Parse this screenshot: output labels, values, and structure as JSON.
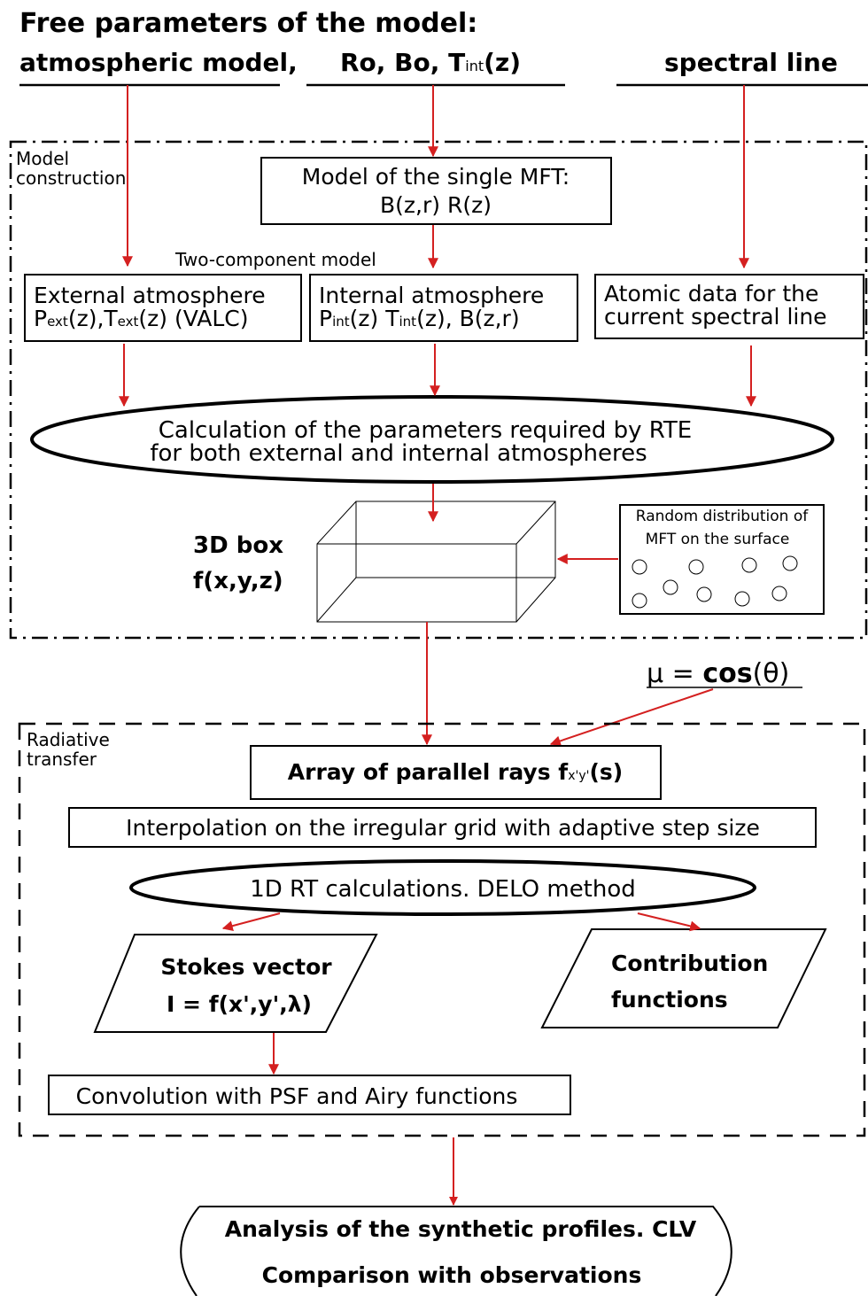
{
  "header": {
    "title": "Free parameters of the model:",
    "param_atmospheric": "atmospheric model,",
    "param_ro_bo": "Ro, Bo, T",
    "param_ro_bo_sub": "int",
    "param_ro_bo_tail": "(z)",
    "param_spectral": "spectral line"
  },
  "model_construction": {
    "label_line1": "Model",
    "label_line2": "construction",
    "single_mft_line1": "Model of the single MFT:",
    "single_mft_line2": "B(z,r)  R(z)",
    "two_component": "Two-component model",
    "external_title": "External atmosphere",
    "external_formula": {
      "p": "P",
      "p_sub": "ext",
      "mid": "(z),T",
      "t_sub": "ext",
      "tail": "(z)  (VALC)"
    },
    "internal_title": "Internal atmosphere",
    "internal_formula": {
      "p": "P",
      "p_sub": "int",
      "mid": "(z)  T",
      "t_sub": "int",
      "tail": "(z), B(z,r)"
    },
    "atomic_line1": "Atomic data for the",
    "atomic_line2": "current spectral line",
    "calc_line1": "Calculation of the parameters required  by RTE",
    "calc_line2": "for both external and internal atmospheres",
    "box3d_line1": "3D box",
    "box3d_line2": "f(x,y,z)",
    "random_line1": "Random distribution of",
    "random_line2": "MFT on the surface"
  },
  "mu": {
    "mu": "μ",
    "eq": " = ",
    "cos": "cos",
    "theta": "(θ)"
  },
  "radiative_transfer": {
    "label_line1": "Radiative",
    "label_line2": "transfer",
    "rays_text": "Array of parallel rays f",
    "rays_sub": "x'y'",
    "rays_tail": "(s)",
    "interpolation": "Interpolation on the irregular grid with adaptive step size",
    "rt_calc": "1D RT calculations. DELO method",
    "stokes_line1": "Stokes vector",
    "stokes_line2": "I  = f(x',y',λ)",
    "contrib_line1": "Contribution",
    "contrib_line2": "functions",
    "convolution": "Convolution with PSF and Airy functions"
  },
  "analysis": {
    "line1": "Analysis of the synthetic profiles. CLV",
    "line2": "Comparison with observations"
  },
  "colors": {
    "arrow": "#d42020",
    "stroke": "#000000",
    "background": "#ffffff"
  }
}
